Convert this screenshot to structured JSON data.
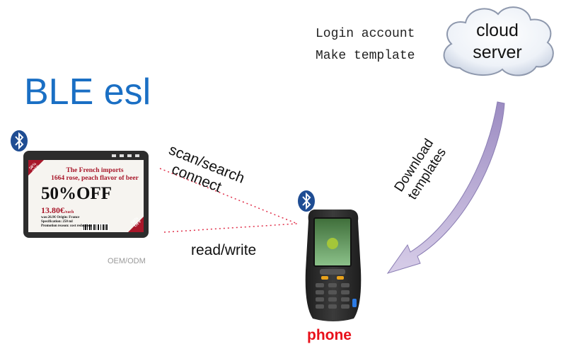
{
  "title": "BLE esl",
  "cloud": {
    "line1": "Login account",
    "line2": "Make template",
    "label1": "cloud",
    "label2": "server"
  },
  "links": {
    "scan": "scan/search",
    "connect": "connect",
    "rw": "read/write",
    "download1": "Download",
    "download2": "templates"
  },
  "esl": {
    "caption": "OEM/ODM",
    "heading1": "The French imports",
    "heading2": "1664 rose, peach flavor of beer",
    "offer": "50%OFF",
    "price": "13.80€",
    "price_unit": "/each",
    "detail1": "was:26.9€   Origin: France",
    "detail2": "Specification: 250 ml",
    "detail3": "Promotion reason: cost reduction",
    "corner": "50% OFF"
  },
  "phone": {
    "label": "phone"
  },
  "colors": {
    "title": "#1a6fc4",
    "phone_label": "#e8101a",
    "dotted": "#e0304a",
    "arrow": "#b3a4d1",
    "bt": "#1f4d93"
  }
}
